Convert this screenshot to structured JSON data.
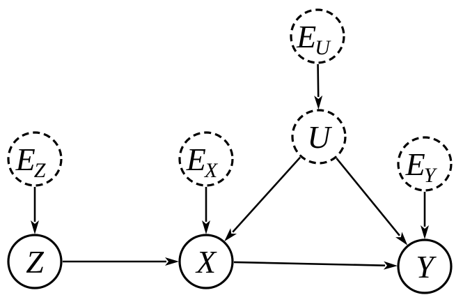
{
  "nodes": [
    {
      "id": "Z",
      "label": "Z",
      "sub": "",
      "style": "solid"
    },
    {
      "id": "X",
      "label": "X",
      "sub": "",
      "style": "solid"
    },
    {
      "id": "Y",
      "label": "Y",
      "sub": "",
      "style": "solid"
    },
    {
      "id": "U",
      "label": "U",
      "sub": "",
      "style": "dashed"
    },
    {
      "id": "EZ",
      "label": "E",
      "sub": "Z",
      "style": "dashed"
    },
    {
      "id": "EX",
      "label": "E",
      "sub": "X",
      "style": "dashed"
    },
    {
      "id": "EU",
      "label": "E",
      "sub": "U",
      "style": "dashed"
    },
    {
      "id": "EY",
      "label": "E",
      "sub": "Y",
      "style": "dashed"
    }
  ],
  "edges": [
    {
      "from": "EZ",
      "to": "Z"
    },
    {
      "from": "EX",
      "to": "X"
    },
    {
      "from": "EU",
      "to": "U"
    },
    {
      "from": "EY",
      "to": "Y"
    },
    {
      "from": "Z",
      "to": "X"
    },
    {
      "from": "X",
      "to": "Y"
    },
    {
      "from": "U",
      "to": "X"
    },
    {
      "from": "U",
      "to": "Y"
    }
  ],
  "colors": {
    "stroke": "#000000",
    "background": "#ffffff"
  }
}
